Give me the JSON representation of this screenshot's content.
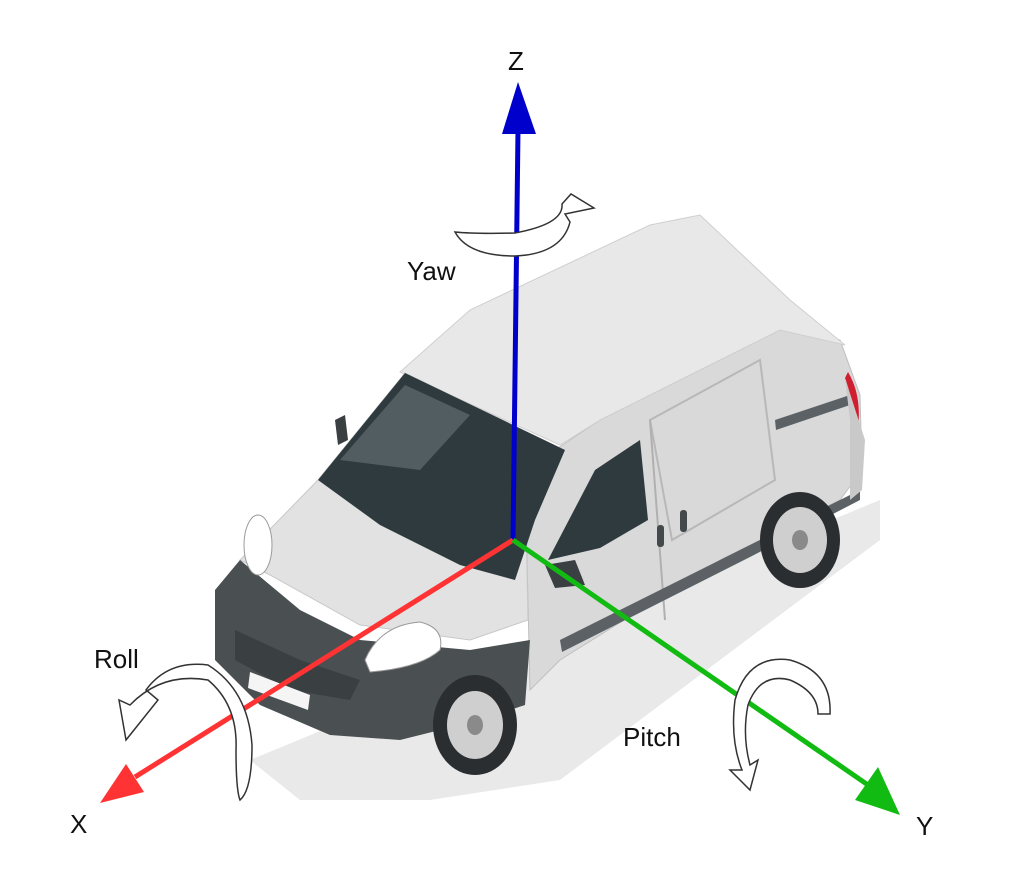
{
  "axes": {
    "z": {
      "label": "Z",
      "color": "#0000cc"
    },
    "y": {
      "label": "Y",
      "color": "#11bb11"
    },
    "x": {
      "label": "X",
      "color": "#ff3333"
    }
  },
  "rotations": {
    "yaw": {
      "label": "Yaw"
    },
    "roll": {
      "label": "Roll"
    },
    "pitch": {
      "label": "Pitch"
    }
  },
  "vehicle": {
    "kind": "white delivery van",
    "body_color": "#e6e6e6",
    "trim_color": "#44494c",
    "glass_color": "#2f3a3e",
    "tail_light_color": "#d02030"
  }
}
